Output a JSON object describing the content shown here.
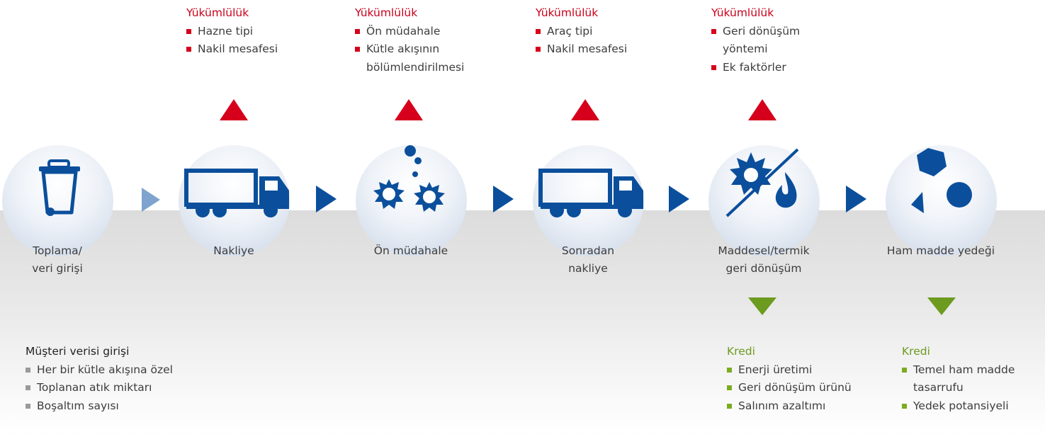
{
  "stages": [
    {
      "label": "Toplama/\nveri girişi",
      "icon": "waste-bin-icon"
    },
    {
      "label": "Nakliye",
      "icon": "truck-icon"
    },
    {
      "label": "Ön müdahale",
      "icon": "gears-icon"
    },
    {
      "label": "Sonradan\nnakliye",
      "icon": "truck-icon"
    },
    {
      "label": "Maddesel/termik\ngeri dönüşüm",
      "icon": "sun-flame-icon"
    },
    {
      "label": "Ham madde yedeği",
      "icon": "shapes-icon"
    }
  ],
  "obligations": [
    {
      "title": "Yükümlülük",
      "items": [
        "Hazne tipi",
        "Nakil mesafesi"
      ]
    },
    {
      "title": "Yükümlülük",
      "items": [
        "Ön müdahale",
        "Kütle akışının",
        "bölümlendirilmesi"
      ]
    },
    {
      "title": "Yükümlülük",
      "items": [
        "Araç tipi",
        "Nakil mesafesi"
      ]
    },
    {
      "title": "Yükümlülük",
      "items": [
        "Geri dönüşüm",
        "yöntemi",
        "Ek faktörler"
      ]
    }
  ],
  "credits": [
    {
      "title": "Kredi",
      "items": [
        "Enerji üretimi",
        "Geri dönüşüm ürünü",
        "Salınım azaltımı"
      ]
    },
    {
      "title": "Kredi",
      "items": [
        "Temel ham madde",
        "tasarrufu",
        "Yedek potansiyeli"
      ]
    }
  ],
  "customer": {
    "title": "Müşteri verisi girişi",
    "items": [
      "Her bir kütle akışına özel",
      "Toplanan atık miktarı",
      "Boşaltım sayısı"
    ]
  },
  "colors": {
    "obligation": "#d6001c",
    "credit": "#6c9b1f",
    "icon": "#0b4f9c"
  }
}
